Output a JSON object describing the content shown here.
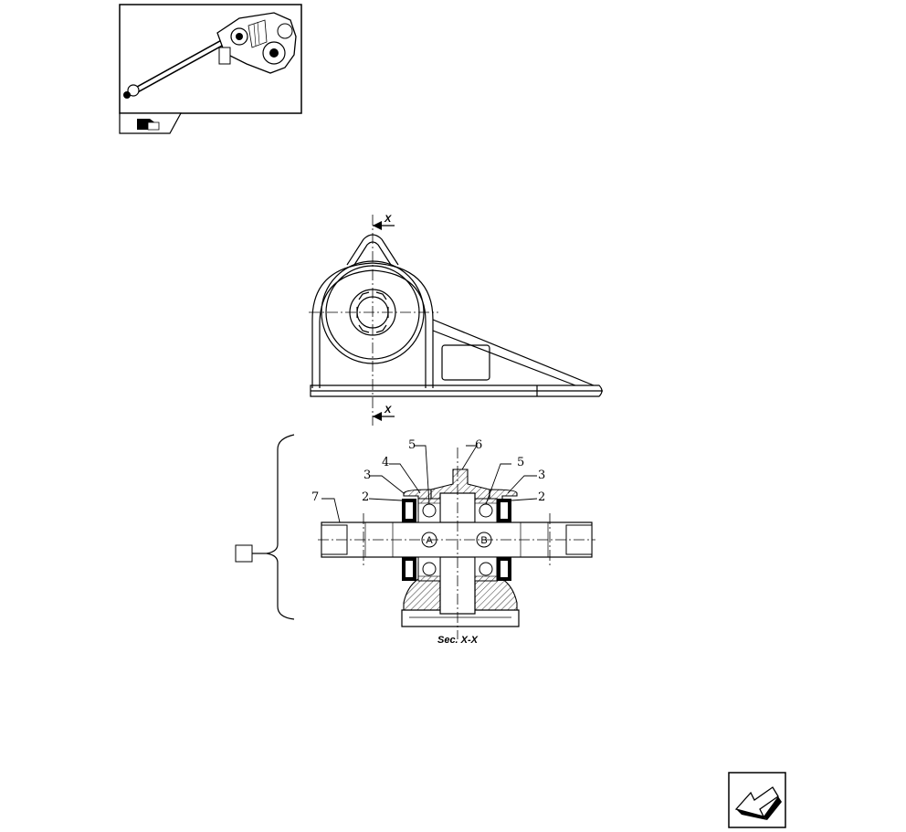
{
  "section": {
    "label": "Sec. X-X",
    "cut_mark": "X"
  },
  "callouts": {
    "c2": "2",
    "c3": "3",
    "c4": "4",
    "c5": "5",
    "c6": "6",
    "c7": "7",
    "bearing_a": "A",
    "bearing_b": "B"
  },
  "icons": [
    "assembly-thumbnail",
    "repair-reference-icon",
    "next-page-arrow-icon"
  ]
}
